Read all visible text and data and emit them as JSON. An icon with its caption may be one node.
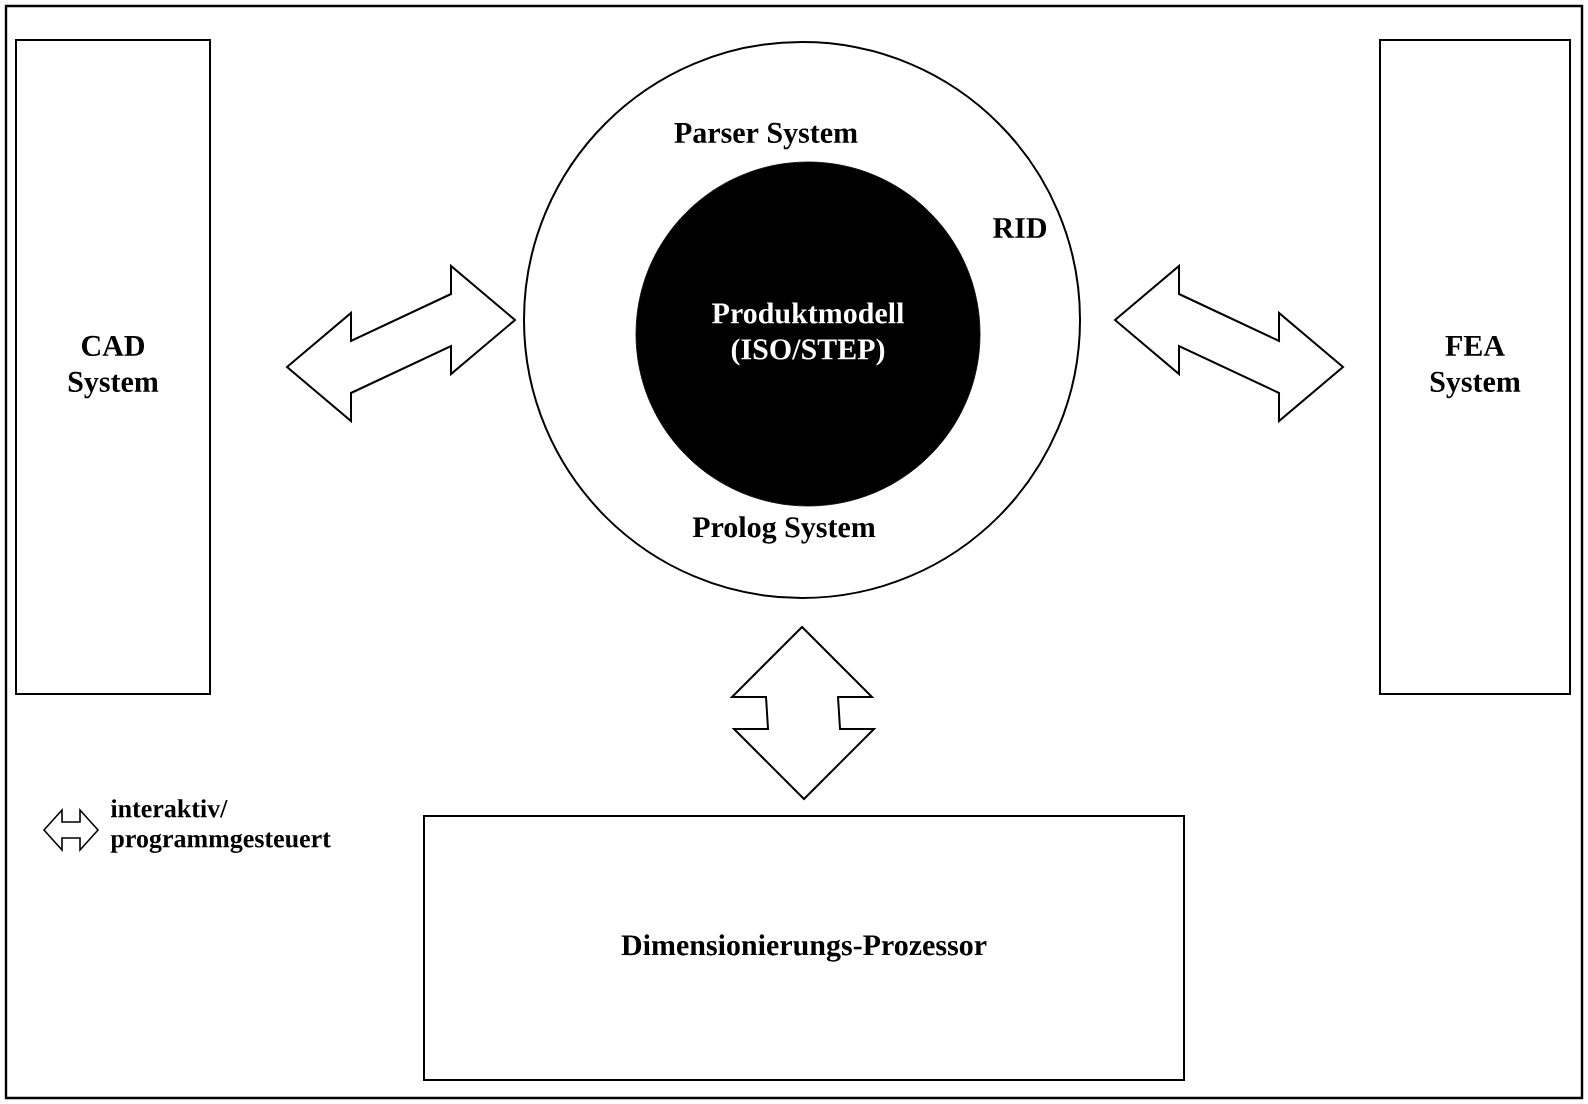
{
  "diagram": {
    "nodes": [
      {
        "text": [
          "CAD System"
        ]
      },
      {
        "text": [
          "Parser System",
          "RID",
          "Prolog System"
        ]
      },
      {
        "text": [
          "Produktmodell (ISO/STEP)"
        ],
        "in": 1
      },
      {
        "text": [
          "FEA System"
        ]
      },
      {
        "text": [
          "Dimensionierungs-Prozessor"
        ]
      }
    ],
    "edges": [
      {
        "from": 0,
        "to": 1,
        "arrow": "both"
      },
      {
        "from": 1,
        "to": 3,
        "arrow": "both"
      },
      {
        "from": 1,
        "to": 4,
        "arrow": "both"
      }
    ],
    "legend": [
      {
        "text": "interaktiv/ programmgesteuert"
      }
    ]
  }
}
